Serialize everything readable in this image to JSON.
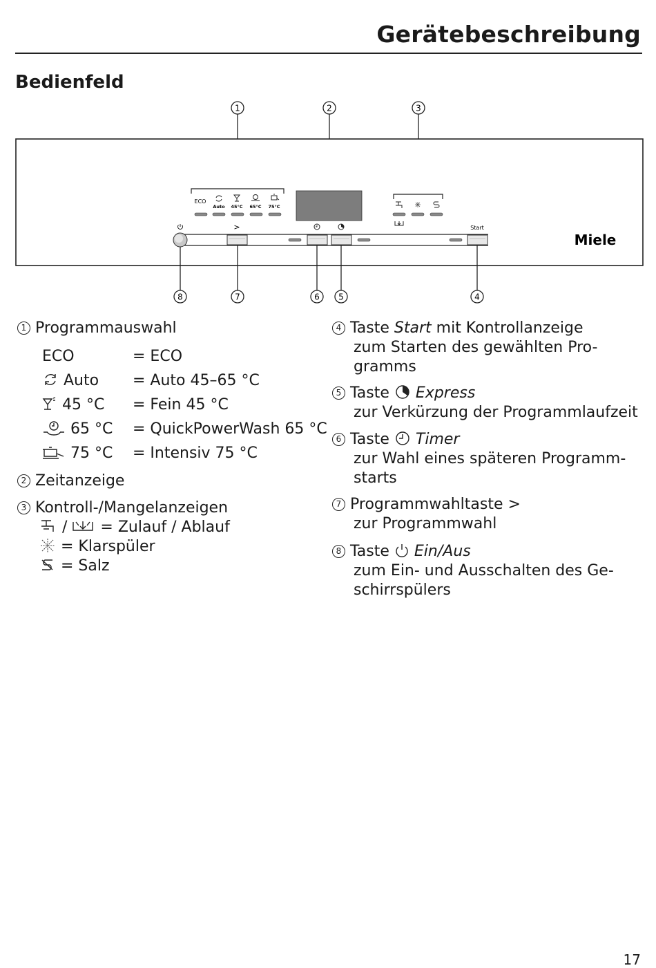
{
  "header": {
    "title": "Gerätebeschreibung"
  },
  "section": {
    "title": "Bedienfeld"
  },
  "panel": {
    "callouts": [
      "1",
      "2",
      "3",
      "4",
      "5",
      "6",
      "7",
      "8"
    ],
    "program_labels": [
      "ECO",
      "Auto",
      "45°C",
      "65°C",
      "75°C"
    ],
    "start_label": "Start",
    "brand": "Miele",
    "next_symbol": ">"
  },
  "left": {
    "item1": {
      "num": "1",
      "title": "Programmauswahl"
    },
    "programs": [
      {
        "label": "ECO",
        "value": "= ECO",
        "icon": ""
      },
      {
        "label": "Auto",
        "value": "= Auto 45–65 °C",
        "icon": "auto-cycle-icon"
      },
      {
        "label": "45 °C",
        "value": "= Fein 45 °C",
        "icon": "glass-icon"
      },
      {
        "label": "65 °C",
        "value": "= QuickPowerWash 65 °C",
        "icon": "quickpower-icon"
      },
      {
        "label": "75 °C",
        "value": "= Intensiv 75 °C",
        "icon": "pot-icon"
      }
    ],
    "item2": {
      "num": "2",
      "title": "Zeitanzeige"
    },
    "item3": {
      "num": "3",
      "title": "Kontroll-/Mangelanzeigen",
      "line1_sep": "/",
      "line1": "= Zulauf / Ablauf",
      "line2": "= Klarspüler",
      "line3": "= Salz"
    }
  },
  "right": {
    "item4": {
      "num": "4",
      "pre": "Taste ",
      "key": "Start",
      "post": " mit Kontrollanzeige",
      "desc1": "zum Starten des gewählten Pro-",
      "desc2": "gramms"
    },
    "item5": {
      "num": "5",
      "pre": "Taste ",
      "key": "Express",
      "desc1": "zur Verkürzung der Programmlaufzeit"
    },
    "item6": {
      "num": "6",
      "pre": "Taste ",
      "key": "Timer",
      "desc1": "zur Wahl eines späteren Programm-",
      "desc2": "starts"
    },
    "item7": {
      "num": "7",
      "title": "Programmwahltaste >",
      "desc1": "zur Programmwahl"
    },
    "item8": {
      "num": "8",
      "pre": "Taste ",
      "key": "Ein/Aus",
      "desc1": "zum Ein- und Ausschalten des Ge-",
      "desc2": "schirrspülers"
    }
  },
  "page_number": "17"
}
